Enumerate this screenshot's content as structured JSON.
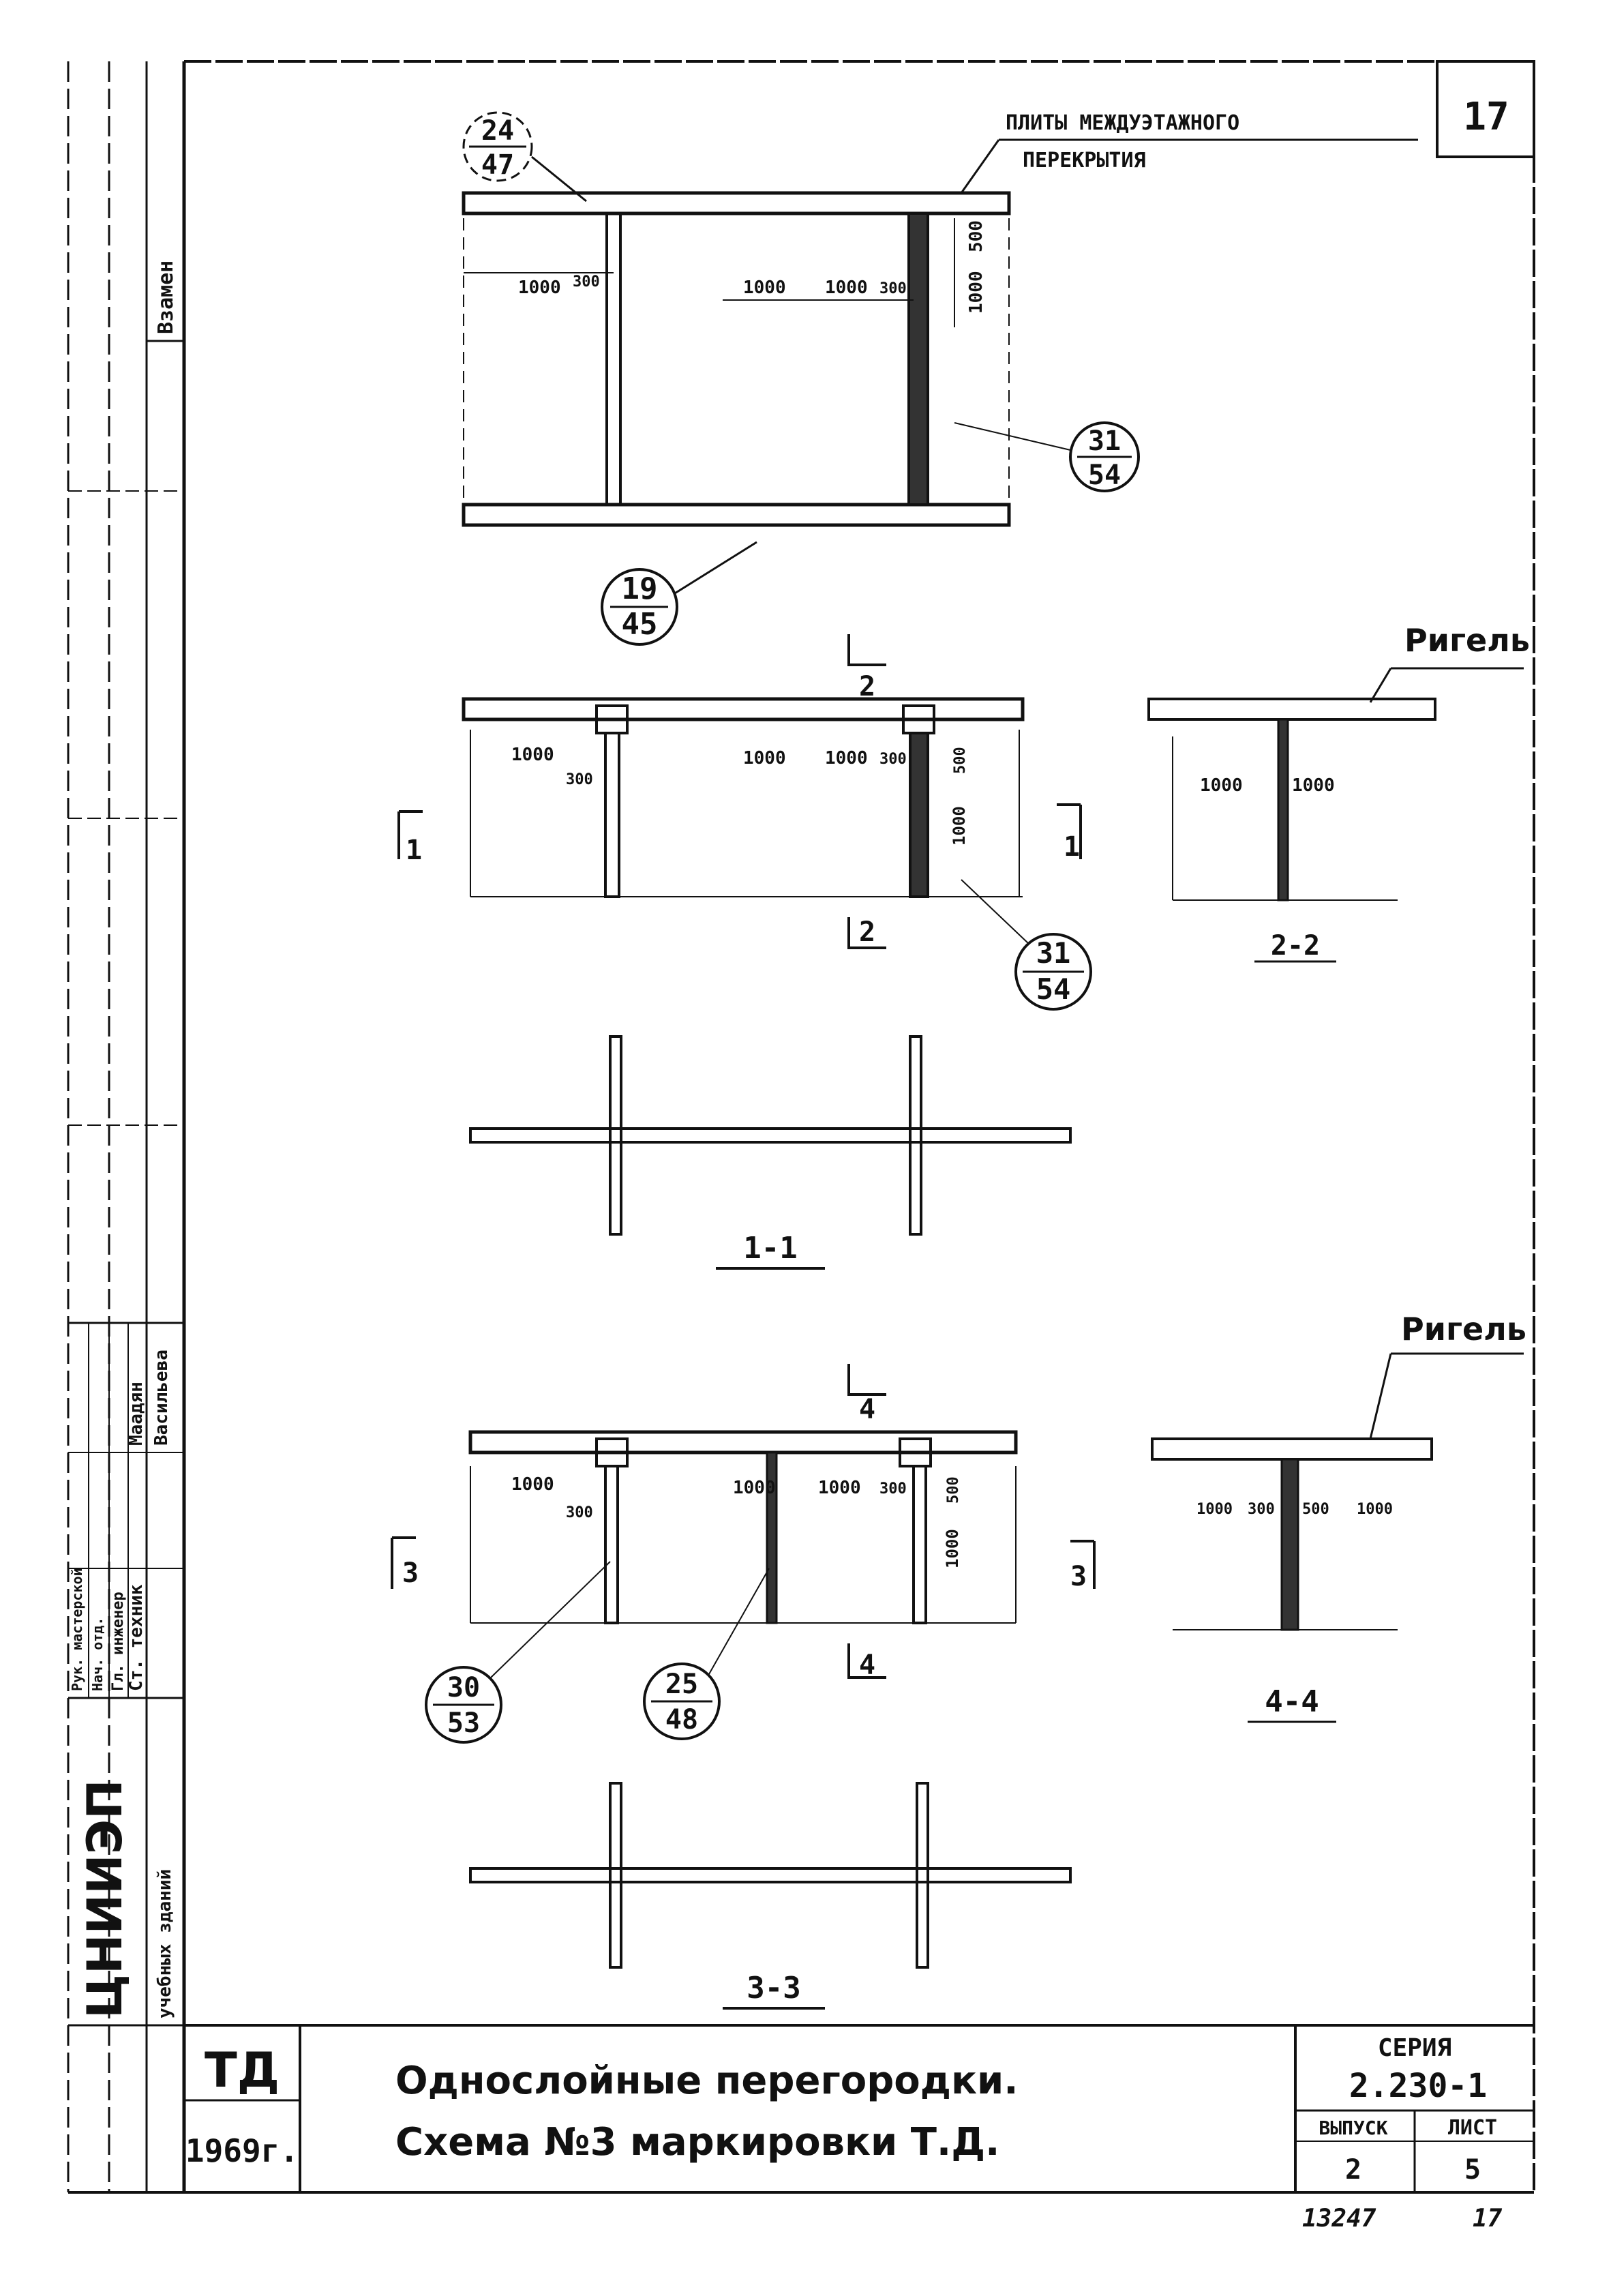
{
  "sheet_number_top": "17",
  "left_strip": {
    "vzamen": "Взамен",
    "inst_short": "ЦНИИЭП",
    "inst_sub": "учебных зданий",
    "roles": [
      "Рук. мастерской",
      "Нач. отд.",
      "Гл. инженер",
      "Ст. техник"
    ],
    "names": [
      "Маадян",
      "Васильева"
    ]
  },
  "top_view": {
    "slab_label_1": "ПЛИТЫ МЕЖДУЭТАЖНОГО",
    "slab_label_2": "ПЕРЕКРЫТИЯ",
    "callout_top": {
      "num": "24",
      "den": "47"
    },
    "callout_right": {
      "num": "31",
      "den": "54"
    },
    "callout_bottom": {
      "num": "19",
      "den": "45"
    },
    "dims": [
      "1000",
      "300",
      "1000",
      "1000",
      "300",
      "1000",
      "500"
    ]
  },
  "view2": {
    "cut_top": "2",
    "cut_bottom": "2",
    "cut_left": "1",
    "cut_right": "1",
    "dims": [
      "1000",
      "300",
      "1000",
      "1000",
      "300",
      "1000",
      "500"
    ],
    "callout": {
      "num": "31",
      "den": "54"
    }
  },
  "view22": {
    "rigel": "Ригель",
    "dims": [
      "1000",
      "1000"
    ],
    "caption": "2-2"
  },
  "view11": {
    "caption": "1-1"
  },
  "view4": {
    "cut_top": "4",
    "cut_bottom": "4",
    "cut_left": "3",
    "cut_right": "3",
    "dims": [
      "1000",
      "300",
      "1000",
      "1000",
      "300",
      "500",
      "1000"
    ],
    "callout_a": {
      "num": "30",
      "den": "53"
    },
    "callout_b": {
      "num": "25",
      "den": "48"
    }
  },
  "view44": {
    "rigel": "Ригель",
    "dims": [
      "1000",
      "300",
      "500",
      "1000"
    ],
    "caption": "4-4"
  },
  "view33": {
    "caption": "3-3"
  },
  "title_block": {
    "ta": "ТД",
    "year": "1969г.",
    "title_1": "Однослойные перегородки.",
    "title_2": "Схема №3 маркировки Т.Д.",
    "series_label": "СЕРИЯ",
    "series_value": "2.230-1",
    "vypusk_label": "ВЫПУСК",
    "vypusk_value": "2",
    "list_label": "ЛИСТ",
    "list_value": "5"
  },
  "below_frame": {
    "left": "13247",
    "right": "17"
  }
}
